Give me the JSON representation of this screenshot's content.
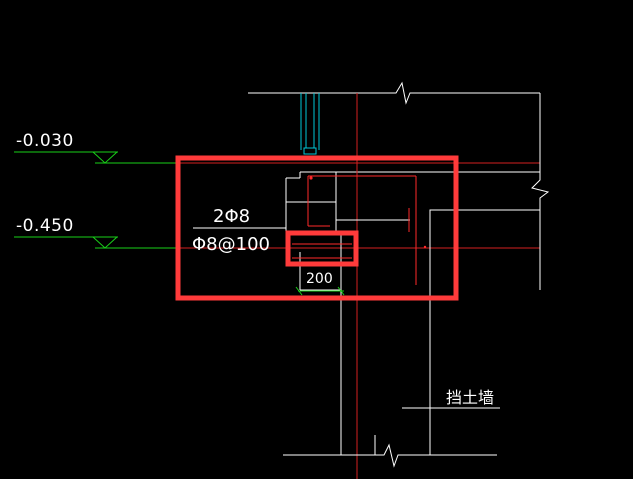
{
  "drawing": {
    "background": "#000000",
    "colors": {
      "line": "#ffffff",
      "rebar": "#ff2a2a",
      "centerline": "#d42020",
      "elevation": "#19d119",
      "dimension": "#19d119",
      "column": "#00c8d8",
      "highlight": "#ff3b3b"
    },
    "elevations": [
      {
        "label": "-0.030"
      },
      {
        "label": "-0.450"
      }
    ],
    "rebar_labels": {
      "top_bars": "2Φ8",
      "stirrups": "Φ8@100"
    },
    "dimension": {
      "label": "200"
    },
    "wall_label": "挡土墙"
  }
}
